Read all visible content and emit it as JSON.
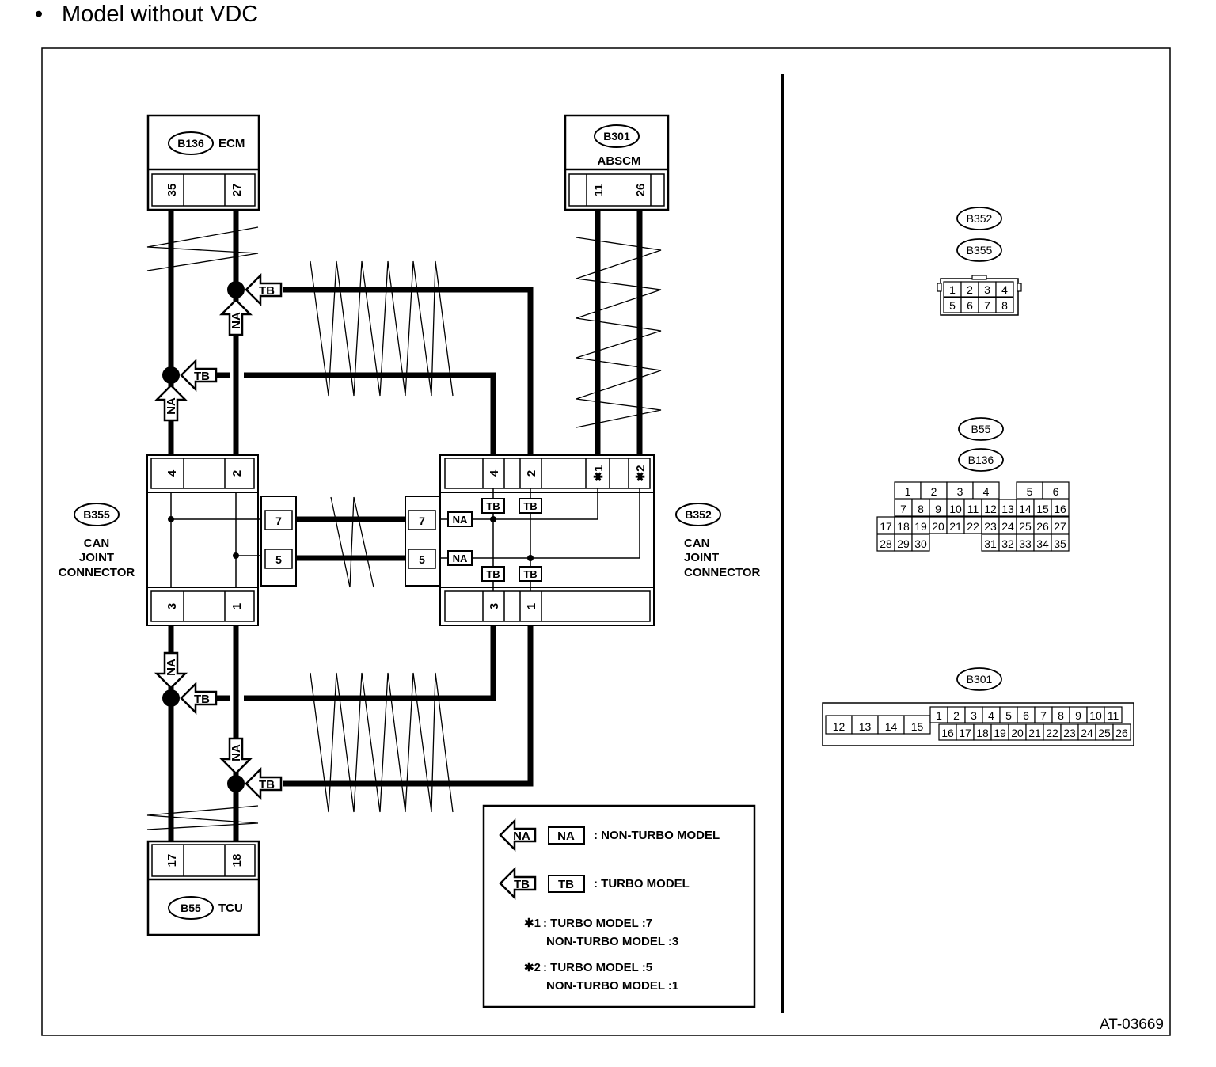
{
  "heading": {
    "bullet": "•",
    "text": "Model without VDC"
  },
  "figure_id": "AT-03669",
  "modules": {
    "ecm": {
      "connector": "B136",
      "name": "ECM",
      "pins": [
        "35",
        "27"
      ]
    },
    "abscm": {
      "connector": "B301",
      "name": "ABSCM",
      "pins": [
        "11",
        "26"
      ]
    },
    "tcu": {
      "connector": "B55",
      "name": "TCU",
      "pins": [
        "17",
        "18"
      ]
    }
  },
  "joint_b355": {
    "connector": "B355",
    "label_lines": [
      "CAN",
      "JOINT",
      "CONNECTOR"
    ],
    "top_pins": [
      "4",
      "2"
    ],
    "bottom_pins": [
      "3",
      "1"
    ],
    "side_pins": [
      "7",
      "5"
    ]
  },
  "joint_b352": {
    "connector": "B352",
    "label_lines": [
      "CAN",
      "JOINT",
      "CONNECTOR"
    ],
    "top_pins": [
      "4",
      "2",
      "✱1",
      "✱2"
    ],
    "bottom_pins": [
      "3",
      "1"
    ],
    "side_pins": [
      "7",
      "5"
    ],
    "tags": [
      "NA",
      "NA",
      "TB",
      "TB",
      "TB",
      "TB"
    ]
  },
  "markers": {
    "na": "NA",
    "tb": "TB"
  },
  "legend": {
    "na_text": ": NON-TURBO MODEL",
    "tb_text": ": TURBO MODEL",
    "note1_mark": "✱1",
    "note1_line1": ": TURBO MODEL :7",
    "note1_line2": "NON-TURBO MODEL :3",
    "note2_mark": "✱2",
    "note2_line1": ": TURBO MODEL :5",
    "note2_line2": "NON-TURBO MODEL :1"
  },
  "connector_views": {
    "b352_b355": {
      "labels": [
        "B352",
        "B355"
      ],
      "row1": [
        "1",
        "2",
        "3",
        "4"
      ],
      "row2": [
        "5",
        "6",
        "7",
        "8"
      ]
    },
    "b55_b136": {
      "labels": [
        "B55",
        "B136"
      ],
      "row1": [
        "1",
        "2",
        "3",
        "4",
        "5",
        "6"
      ],
      "row2": [
        "7",
        "8",
        "9",
        "10",
        "11",
        "12",
        "13",
        "14",
        "15",
        "16"
      ],
      "row3": [
        "17",
        "18",
        "19",
        "20",
        "21",
        "22",
        "23",
        "24",
        "25",
        "26",
        "27"
      ],
      "row4a": [
        "28",
        "29",
        "30"
      ],
      "row4b": [
        "31",
        "32",
        "33",
        "34",
        "35"
      ]
    },
    "b301": {
      "labels": [
        "B301"
      ],
      "left": [
        "12",
        "13",
        "14",
        "15"
      ],
      "row1": [
        "1",
        "2",
        "3",
        "4",
        "5",
        "6",
        "7",
        "8",
        "9",
        "10",
        "11"
      ],
      "row2": [
        "16",
        "17",
        "18",
        "19",
        "20",
        "21",
        "22",
        "23",
        "24",
        "25",
        "26"
      ]
    }
  }
}
